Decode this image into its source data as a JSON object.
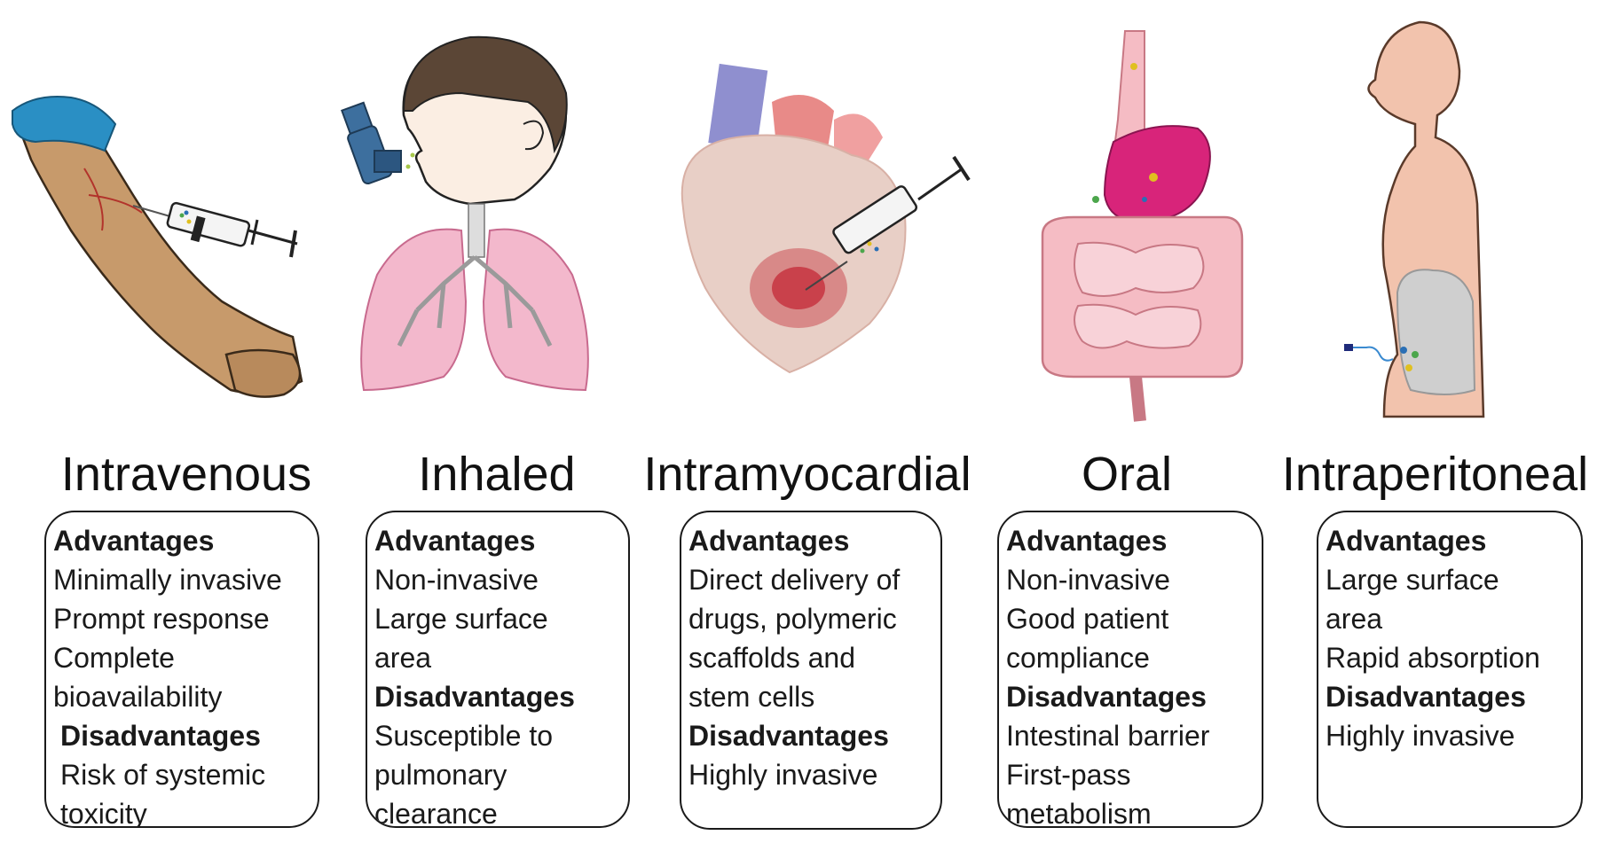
{
  "routes": [
    {
      "name": "Intravenous",
      "advantages_heading": "Advantages",
      "advantages": [
        "Minimally invasive",
        "Prompt response",
        "Complete",
        "bioavailability"
      ],
      "disadvantages_heading": "Disadvantages",
      "disadvantages": [
        "Risk of systemic",
        "toxicity"
      ]
    },
    {
      "name": "Inhaled",
      "advantages_heading": "Advantages",
      "advantages": [
        "Non-invasive",
        "Large surface",
        "area"
      ],
      "disadvantages_heading": "Disadvantages",
      "disadvantages": [
        "Susceptible to",
        "pulmonary",
        "clearance"
      ]
    },
    {
      "name": "Intramyocardial",
      "advantages_heading": "Advantages",
      "advantages": [
        "Direct delivery of",
        "drugs, polymeric",
        "scaffolds and",
        "stem cells"
      ],
      "disadvantages_heading": "Disadvantages",
      "disadvantages": [
        "Highly invasive"
      ]
    },
    {
      "name": "Oral",
      "advantages_heading": "Advantages",
      "advantages": [
        "Non-invasive",
        "Good patient",
        "compliance"
      ],
      "disadvantages_heading": "Disadvantages",
      "disadvantages": [
        "Intestinal barrier",
        "First-pass",
        "metabolism"
      ]
    },
    {
      "name": "Intraperitoneal",
      "advantages_heading": "Advantages",
      "advantages": [
        "Large surface",
        "area",
        "Rapid absorption"
      ],
      "disadvantages_heading": "Disadvantages",
      "disadvantages": [
        "Highly invasive"
      ]
    }
  ],
  "colors": {
    "skin": "#c79a6b",
    "glove": "#2a8fc4",
    "hair": "#5b4636",
    "inhaler": "#3d6f9e",
    "lung": "#f3b8cc",
    "airway": "#9a9a9a",
    "heart": "#e8cfc6",
    "heart_wound": "#c9414b",
    "stomach": "#d8247a",
    "intestine": "#f5bcc4",
    "body": "#f2c3ad",
    "peritoneum": "#cfcfcf",
    "card_border": "#1a1a1a"
  }
}
